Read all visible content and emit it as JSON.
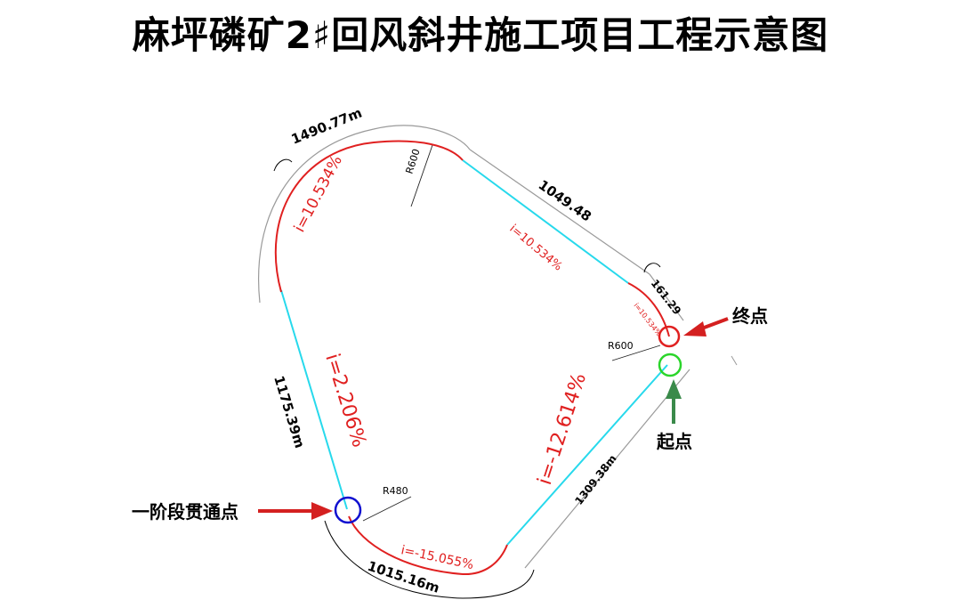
{
  "title": "麻坪磷矿2♯回风斜井施工项目工程示意图",
  "dimensions": {
    "top_arc": "1490.77m",
    "upper_right_line": "1049.48",
    "small_arc": "161.29",
    "left_line": "1175.39m",
    "lower_right_line": "1309.38m",
    "bottom_arc": "1015.16m"
  },
  "slopes": {
    "top_arc": "i=10.534%",
    "upper_right_line": "i=10.534%",
    "small_arc": "i=10.534%",
    "left_line": "i=2.206%",
    "lower_right_line": "i=-12.614%",
    "bottom_arc": "i=-15.055%"
  },
  "radii": {
    "top": "R600",
    "right": "R600",
    "bottom": "R480"
  },
  "callouts": {
    "end_point": "终点",
    "start_point": "起点",
    "breakthrough_point": "一阶段贯通点"
  },
  "colors": {
    "curve": "#e02020",
    "line": "#27d9ec",
    "end_marker": "#e02020",
    "start_marker": "#2bd52b",
    "breakthrough_marker": "#1010d0",
    "red_arrow": "#d42020",
    "green_arrow": "#3a8a4a"
  }
}
